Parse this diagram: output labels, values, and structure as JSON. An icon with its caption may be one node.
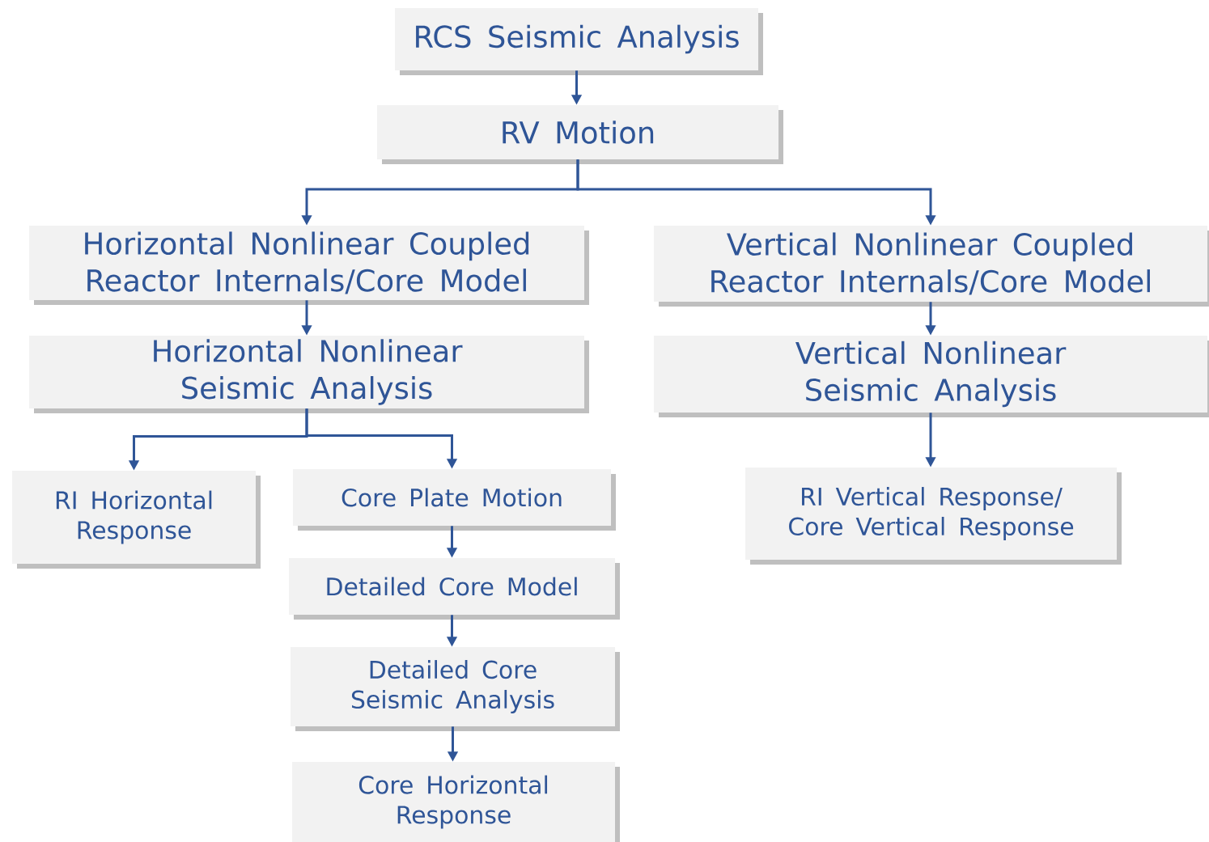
{
  "diagram": {
    "nodes": [
      {
        "text": [
          "RCS Seismic Analysis"
        ]
      },
      {
        "text": [
          "RV Motion"
        ]
      },
      {
        "text": [
          "Horizontal Nonlinear Coupled Reactor Internals/Core Model"
        ]
      },
      {
        "text": [
          "Vertical Nonlinear Coupled Reactor Internals/Core Model"
        ]
      },
      {
        "text": [
          "Horizontal Nonlinear Seismic Analysis"
        ]
      },
      {
        "text": [
          "Vertical Nonlinear Seismic Analysis"
        ]
      },
      {
        "text": [
          "RI Horizontal Response"
        ]
      },
      {
        "text": [
          "Core Plate Motion"
        ]
      },
      {
        "text": [
          "RI Vertical Response/ Core Vertical Response"
        ]
      },
      {
        "text": [
          "Detailed Core Model"
        ]
      },
      {
        "text": [
          "Detailed Core Seismic Analysis"
        ]
      },
      {
        "text": [
          "Core Horizontal Response"
        ]
      }
    ],
    "edges": [
      {
        "from": 0,
        "to": 1,
        "arrow": "to"
      },
      {
        "from": 1,
        "to": 2,
        "arrow": "to"
      },
      {
        "from": 1,
        "to": 3,
        "arrow": "to"
      },
      {
        "from": 2,
        "to": 4,
        "arrow": "to"
      },
      {
        "from": 3,
        "to": 5,
        "arrow": "to"
      },
      {
        "from": 4,
        "to": 6,
        "arrow": "to"
      },
      {
        "from": 4,
        "to": 7,
        "arrow": "to"
      },
      {
        "from": 5,
        "to": 8,
        "arrow": "to"
      },
      {
        "from": 7,
        "to": 9,
        "arrow": "to"
      },
      {
        "from": 9,
        "to": 10,
        "arrow": "to"
      },
      {
        "from": 10,
        "to": 11,
        "arrow": "to"
      }
    ]
  }
}
